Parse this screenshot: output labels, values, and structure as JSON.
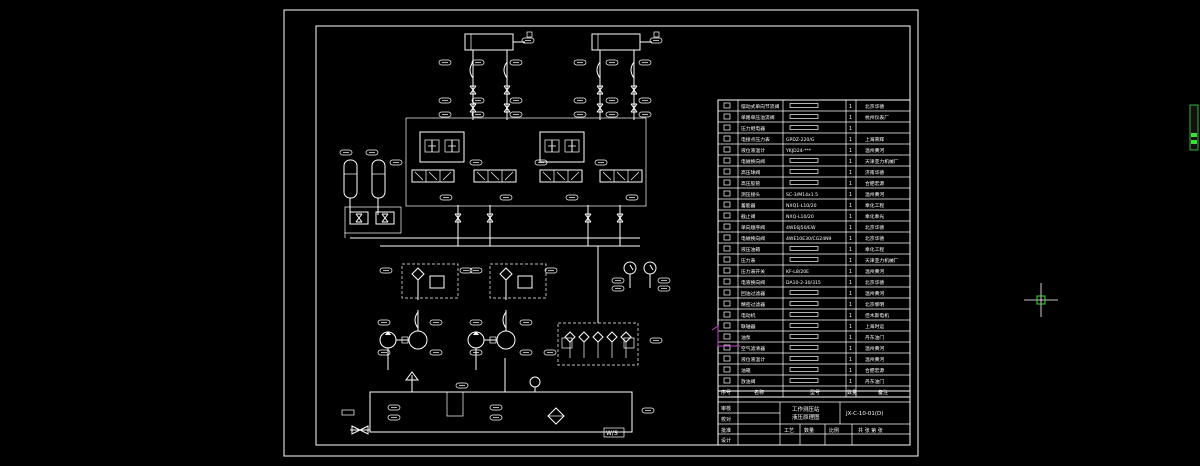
{
  "drawing": {
    "title_line1": "工作测压站",
    "title_line2": "液压原理图",
    "drawing_number": "JX-C-10-01(D)",
    "tank_label": "W/S"
  },
  "parts_list": [
    {
      "name": "摆动式单向节流阀",
      "model": "",
      "qty": "1",
      "source": "北京华德"
    },
    {
      "name": "单路单压溢流阀",
      "model": "",
      "qty": "1",
      "source": "杭州仪表厂"
    },
    {
      "name": "压力继电器",
      "model": "",
      "qty": "1",
      "source": ""
    },
    {
      "name": "电接点压力表",
      "model": "GPDZ-220/G",
      "qty": "1",
      "source": "上海荣辉"
    },
    {
      "name": "液位液温计",
      "model": "YKJD24-***",
      "qty": "1",
      "source": "温州黄河"
    },
    {
      "name": "电磁换向阀",
      "model": "",
      "qty": "1",
      "source": "天津亚力机械厂"
    },
    {
      "name": "高压球阀",
      "model": "",
      "qty": "1",
      "source": "济南华德"
    },
    {
      "name": "高压胶管",
      "model": "",
      "qty": "1",
      "source": "合肥宏源"
    },
    {
      "name": "测压接头",
      "model": "SC-3/M14x1.5",
      "qty": "1",
      "source": "温州黄河"
    },
    {
      "name": "蓄能器",
      "model": "NXQ1-L10/20",
      "qty": "1",
      "source": "奉化工程"
    },
    {
      "name": "截止阀",
      "model": "NXQ-L10/20",
      "qty": "1",
      "source": "奉化奉光"
    },
    {
      "name": "单向顺序阀",
      "model": "4WE6J50/EW",
      "qty": "1",
      "source": "北京华德"
    },
    {
      "name": "电磁换向阀",
      "model": "4WE10E30/CG24N9",
      "qty": "1",
      "source": "北京华德"
    },
    {
      "name": "液压油箱",
      "model": "",
      "qty": "1",
      "source": "奉化工程"
    },
    {
      "name": "压力表",
      "model": "",
      "qty": "1",
      "source": "天津亚力机械厂"
    },
    {
      "name": "压力表开关",
      "model": "KF-L8/20E",
      "qty": "1",
      "source": "温州黄河"
    },
    {
      "name": "电液换向阀",
      "model": "DA10-2-30/315",
      "qty": "1",
      "source": "北京华德"
    },
    {
      "name": "回油过滤器",
      "model": "",
      "qty": "1",
      "source": "温州黄河"
    },
    {
      "name": "精密过滤器",
      "model": "",
      "qty": "1",
      "source": "北京黎明"
    },
    {
      "name": "电动机",
      "model": "",
      "qty": "1",
      "source": "佳木斯电机"
    },
    {
      "name": "联轴器",
      "model": "",
      "qty": "1",
      "source": "上海时运"
    },
    {
      "name": "油泵",
      "model": "",
      "qty": "1",
      "source": "丹东油门"
    },
    {
      "name": "空气滤清器",
      "model": "",
      "qty": "1",
      "source": "温州黄河"
    },
    {
      "name": "液位液温计",
      "model": "",
      "qty": "1",
      "source": "温州黄河"
    },
    {
      "name": "油箱",
      "model": "",
      "qty": "1",
      "source": "合肥宏源"
    },
    {
      "name": "放油阀",
      "model": "",
      "qty": "1",
      "source": "丹东油门"
    }
  ],
  "table_header": {
    "col_no": "序号",
    "col_name": "名称",
    "col_model": "型号",
    "col_qty": "数量",
    "col_note": "备注"
  },
  "title_block": {
    "r1": "审核",
    "r2": "设计",
    "r3": "校对",
    "r4": "批准",
    "r5": "工艺",
    "c1": "数量",
    "c2": "比例",
    "c3": "共 张 第 张"
  },
  "colors": {
    "background": "#000000",
    "lines": "#ffffff",
    "accent": "#c840c8",
    "scroll": "#3ddc3d"
  }
}
